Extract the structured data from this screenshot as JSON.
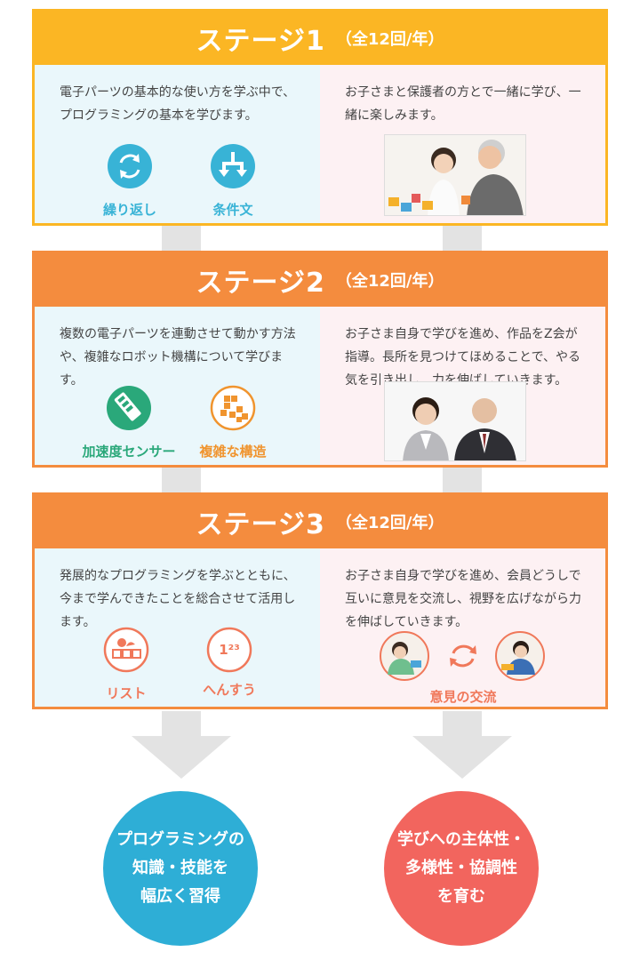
{
  "colors": {
    "stage1": "#fbb624",
    "stage2": "#f48c3e",
    "stage3": "#f48c3e",
    "blue_icon": "#38b3d6",
    "green_icon": "#2aa87a",
    "orange_icon": "#f0942e",
    "salmon_icon": "#f0785a",
    "circle_blue": "#2eaed6",
    "circle_red": "#f2655e"
  },
  "stage1": {
    "title": "ステージ1",
    "subtitle": "（全12回/年）",
    "left_text": "電子パーツの基本的な使い方を学ぶ中で、プログラミングの基本を学びます。",
    "right_text": "お子さまと保護者の方とで一緒に学び、一緒に楽しみます。",
    "icons": [
      {
        "name": "repeat-icon",
        "label": "繰り返し"
      },
      {
        "name": "condition-icon",
        "label": "条件文"
      }
    ]
  },
  "stage2": {
    "title": "ステージ2",
    "subtitle": "（全12回/年）",
    "left_text": "複数の電子パーツを連動させて動かす方法や、複雑なロボット機構について学びます。",
    "right_text": "お子さま自身で学びを進め、作品をZ会が指導。長所を見つけてほめることで、やる気を引き出し、力を伸ばしていきます。",
    "icons": [
      {
        "name": "accelerometer-icon",
        "label": "加速度センサー"
      },
      {
        "name": "complex-structure-icon",
        "label": "複雑な構造"
      }
    ]
  },
  "stage3": {
    "title": "ステージ3",
    "subtitle": "（全12回/年）",
    "left_text": "発展的なプログラミングを学ぶとともに、今まで学んできたことを総合させて活用します。",
    "right_text": "お子さま自身で学びを進め、会員どうしで互いに意見を交流し、視野を広げながら力を伸ばしていきます。",
    "icons": [
      {
        "name": "list-icon",
        "label": "リスト"
      },
      {
        "name": "variable-icon",
        "label": "へんすう",
        "glyph": "1²³"
      }
    ],
    "exchange_label": "意見の交流"
  },
  "outcomes": {
    "left": [
      "プログラミングの",
      "知識・技能を",
      "幅広く習得"
    ],
    "right": [
      "学びへの主体性・",
      "多様性・協調性",
      "を育む"
    ]
  }
}
